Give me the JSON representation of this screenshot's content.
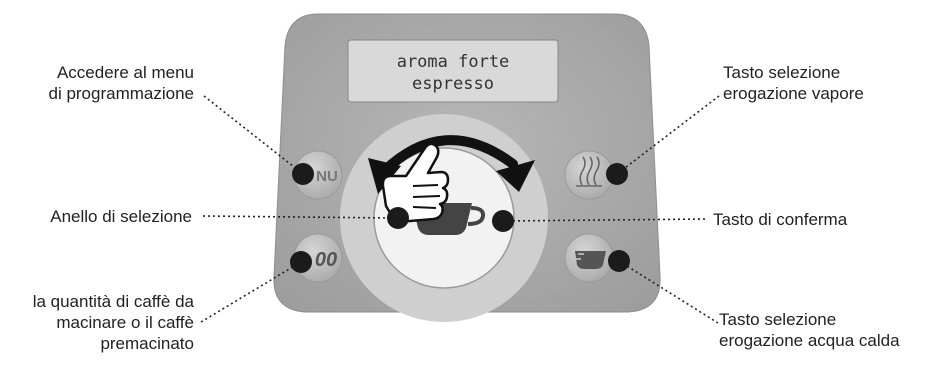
{
  "display": {
    "line1": "aroma forte",
    "line2": "espresso"
  },
  "buttons": {
    "menu_label": "NU",
    "strength_label": "00"
  },
  "callouts": {
    "menu": [
      "Accedere al menu",
      "di programmazione"
    ],
    "ring": [
      "Anello di selezione"
    ],
    "quantity": [
      "la quantità di caffè da",
      "macinare o il caffè",
      "premacinato"
    ],
    "steam": [
      "Tasto selezione",
      "erogazione vapore"
    ],
    "confirm": [
      "Tasto di conferma"
    ],
    "hot_water": [
      "Tasto selezione",
      "erogazione acqua calda"
    ]
  },
  "colors": {
    "panel": "#adadad",
    "ring_outer": "#d3d3d3",
    "ring_inner": "#f3f3f3",
    "cup": "#444444",
    "marker": "#1b1b1b"
  }
}
